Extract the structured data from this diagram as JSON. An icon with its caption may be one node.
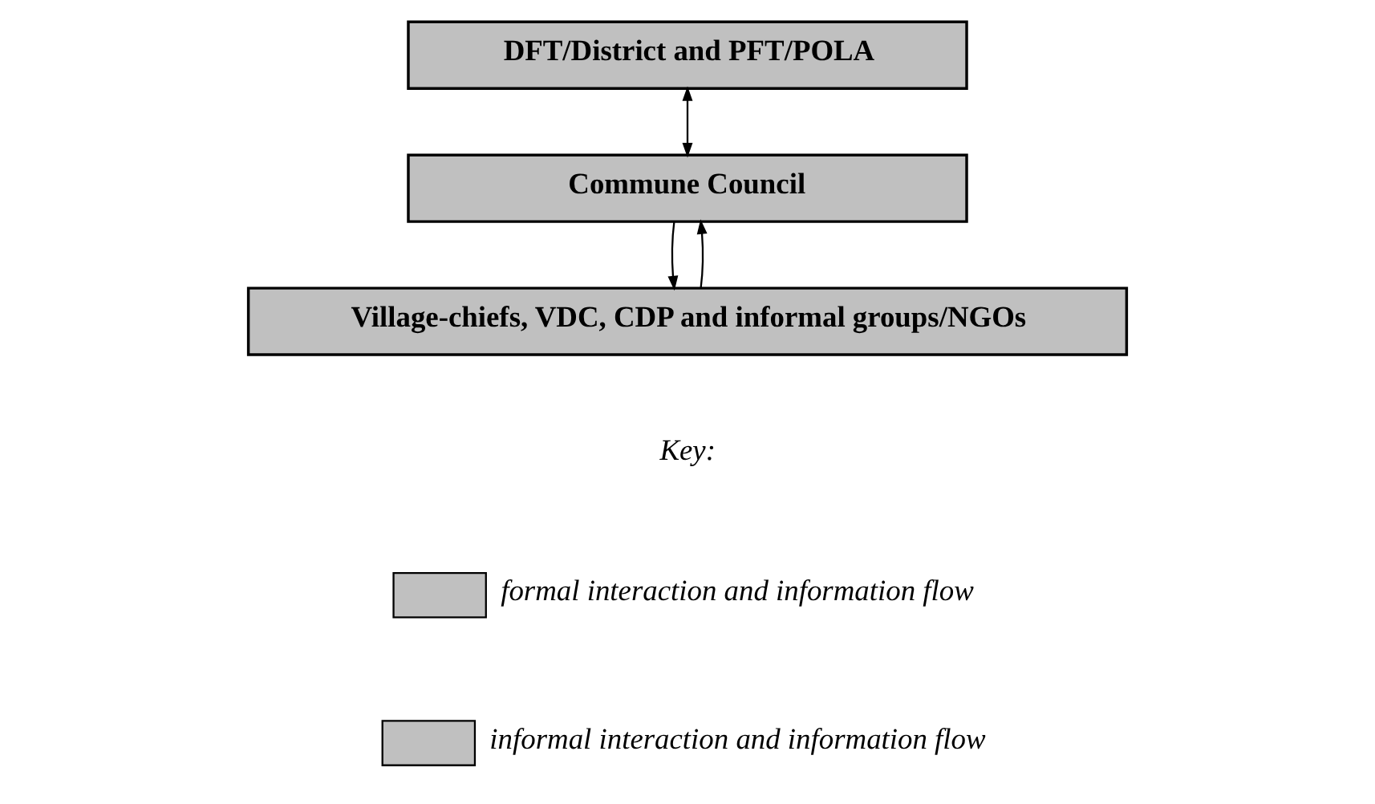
{
  "diagram": {
    "nodes": [
      {
        "text": [
          "DFT/District and PFT/POLA"
        ]
      },
      {
        "text": [
          "Commune Council"
        ]
      },
      {
        "text": [
          "Village-chiefs, VDC, CDP and informal groups/NGOs"
        ]
      }
    ],
    "edges": [
      {
        "from": 0,
        "to": 1,
        "arrow": "both"
      },
      {
        "from": 1,
        "to": 2,
        "arrow": "to"
      },
      {
        "from": 2,
        "to": 1,
        "arrow": "to"
      }
    ],
    "labels": [
      "Key:"
    ],
    "legend": [
      {
        "text": "formal interaction and information flow"
      },
      {
        "text": "informal interaction and information flow"
      }
    ]
  }
}
